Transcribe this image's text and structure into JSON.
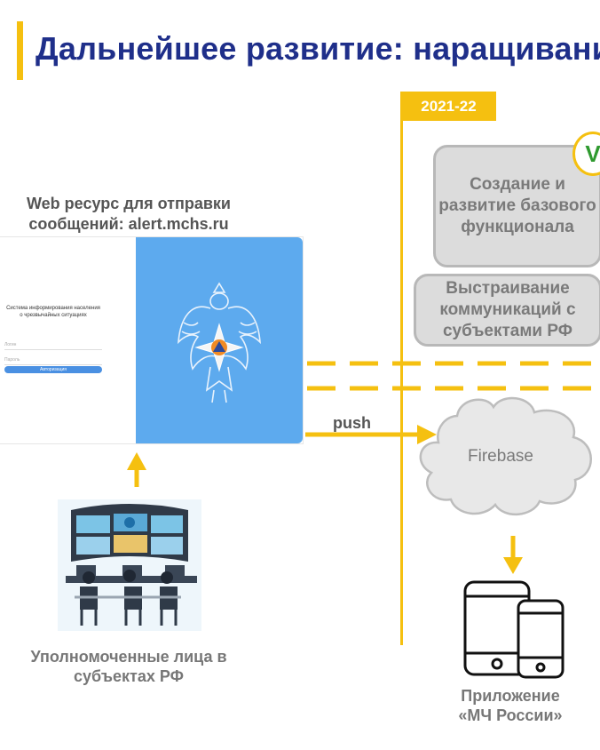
{
  "title": "Дальнейшее развитие: наращивани",
  "year_label": "2021-22",
  "badge": "V",
  "cards": [
    {
      "label": "Создание и развитие базового функционала"
    },
    {
      "label": "Выстраивание коммуникаций с субъектами РФ"
    }
  ],
  "web_resource_label": "Web ресурс для отправки сообщений: alert.mchs.ru",
  "screenshot": {
    "heading": "Система информирования населения о чрезвычайных ситуациях",
    "login_placeholder": "Логин",
    "password_placeholder": "Пароль",
    "button_label": "Авторизация"
  },
  "push_label": "push",
  "cloud_label": "Firebase",
  "people_label": "Уполномоченные лица в субъектах РФ",
  "app_label": "Приложение «МЧ России»",
  "colors": {
    "accent": "#F5C010",
    "title": "#1F2F8A",
    "card_bg": "#DCDCDC",
    "text_gray": "#7A7A7A",
    "screen_blue": "#5DAAEE"
  }
}
